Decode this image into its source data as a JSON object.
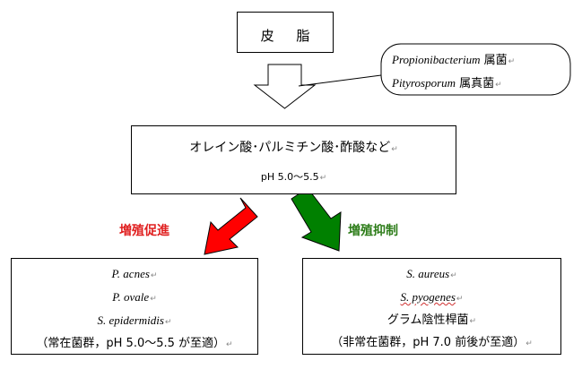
{
  "top_box": {
    "text": "皮 脂"
  },
  "callout": {
    "line1_italic": "Propionibacterium",
    "line1_rest": " 属菌",
    "line2_italic": "Pityrosporum",
    "line2_rest": " 属真菌"
  },
  "middle_box": {
    "title": "オレイン酸･パルミチン酸･酢酸など",
    "ph": "pH 5.0～5.5"
  },
  "arrows": {
    "promote_label": "増殖促進",
    "inhibit_label": "増殖抑制",
    "promote_color": "#ff0000",
    "inhibit_color": "#008000"
  },
  "left_box": {
    "item1": "P. acnes",
    "item2": "P. ovale",
    "item3": "S. epidermidis",
    "note": "（常在菌群，pH 5.0～5.5 が至適）"
  },
  "right_box": {
    "item1": "S. aureus",
    "item2": "S. pyogenes",
    "item3": "グラム陰性桿菌",
    "note": "（非常在菌群，pH 7.0 前後が至適）"
  },
  "return_mark": "↵"
}
